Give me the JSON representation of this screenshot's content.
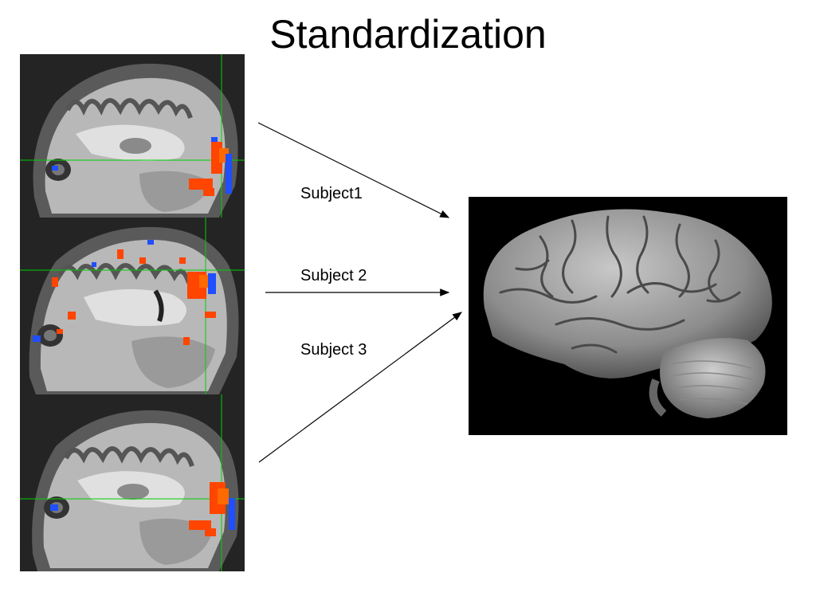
{
  "slide": {
    "title": "Standardization"
  },
  "subjects": [
    {
      "label": "Subject1"
    },
    {
      "label": "Subject 2"
    },
    {
      "label": "Subject 3"
    }
  ],
  "colors": {
    "activation_positive": "#ff4500",
    "activation_negative": "#1f4fff",
    "crosshair": "#00d000",
    "scan_background": "#242424",
    "standard_brain_background": "#000000",
    "arrow": "#000000"
  }
}
